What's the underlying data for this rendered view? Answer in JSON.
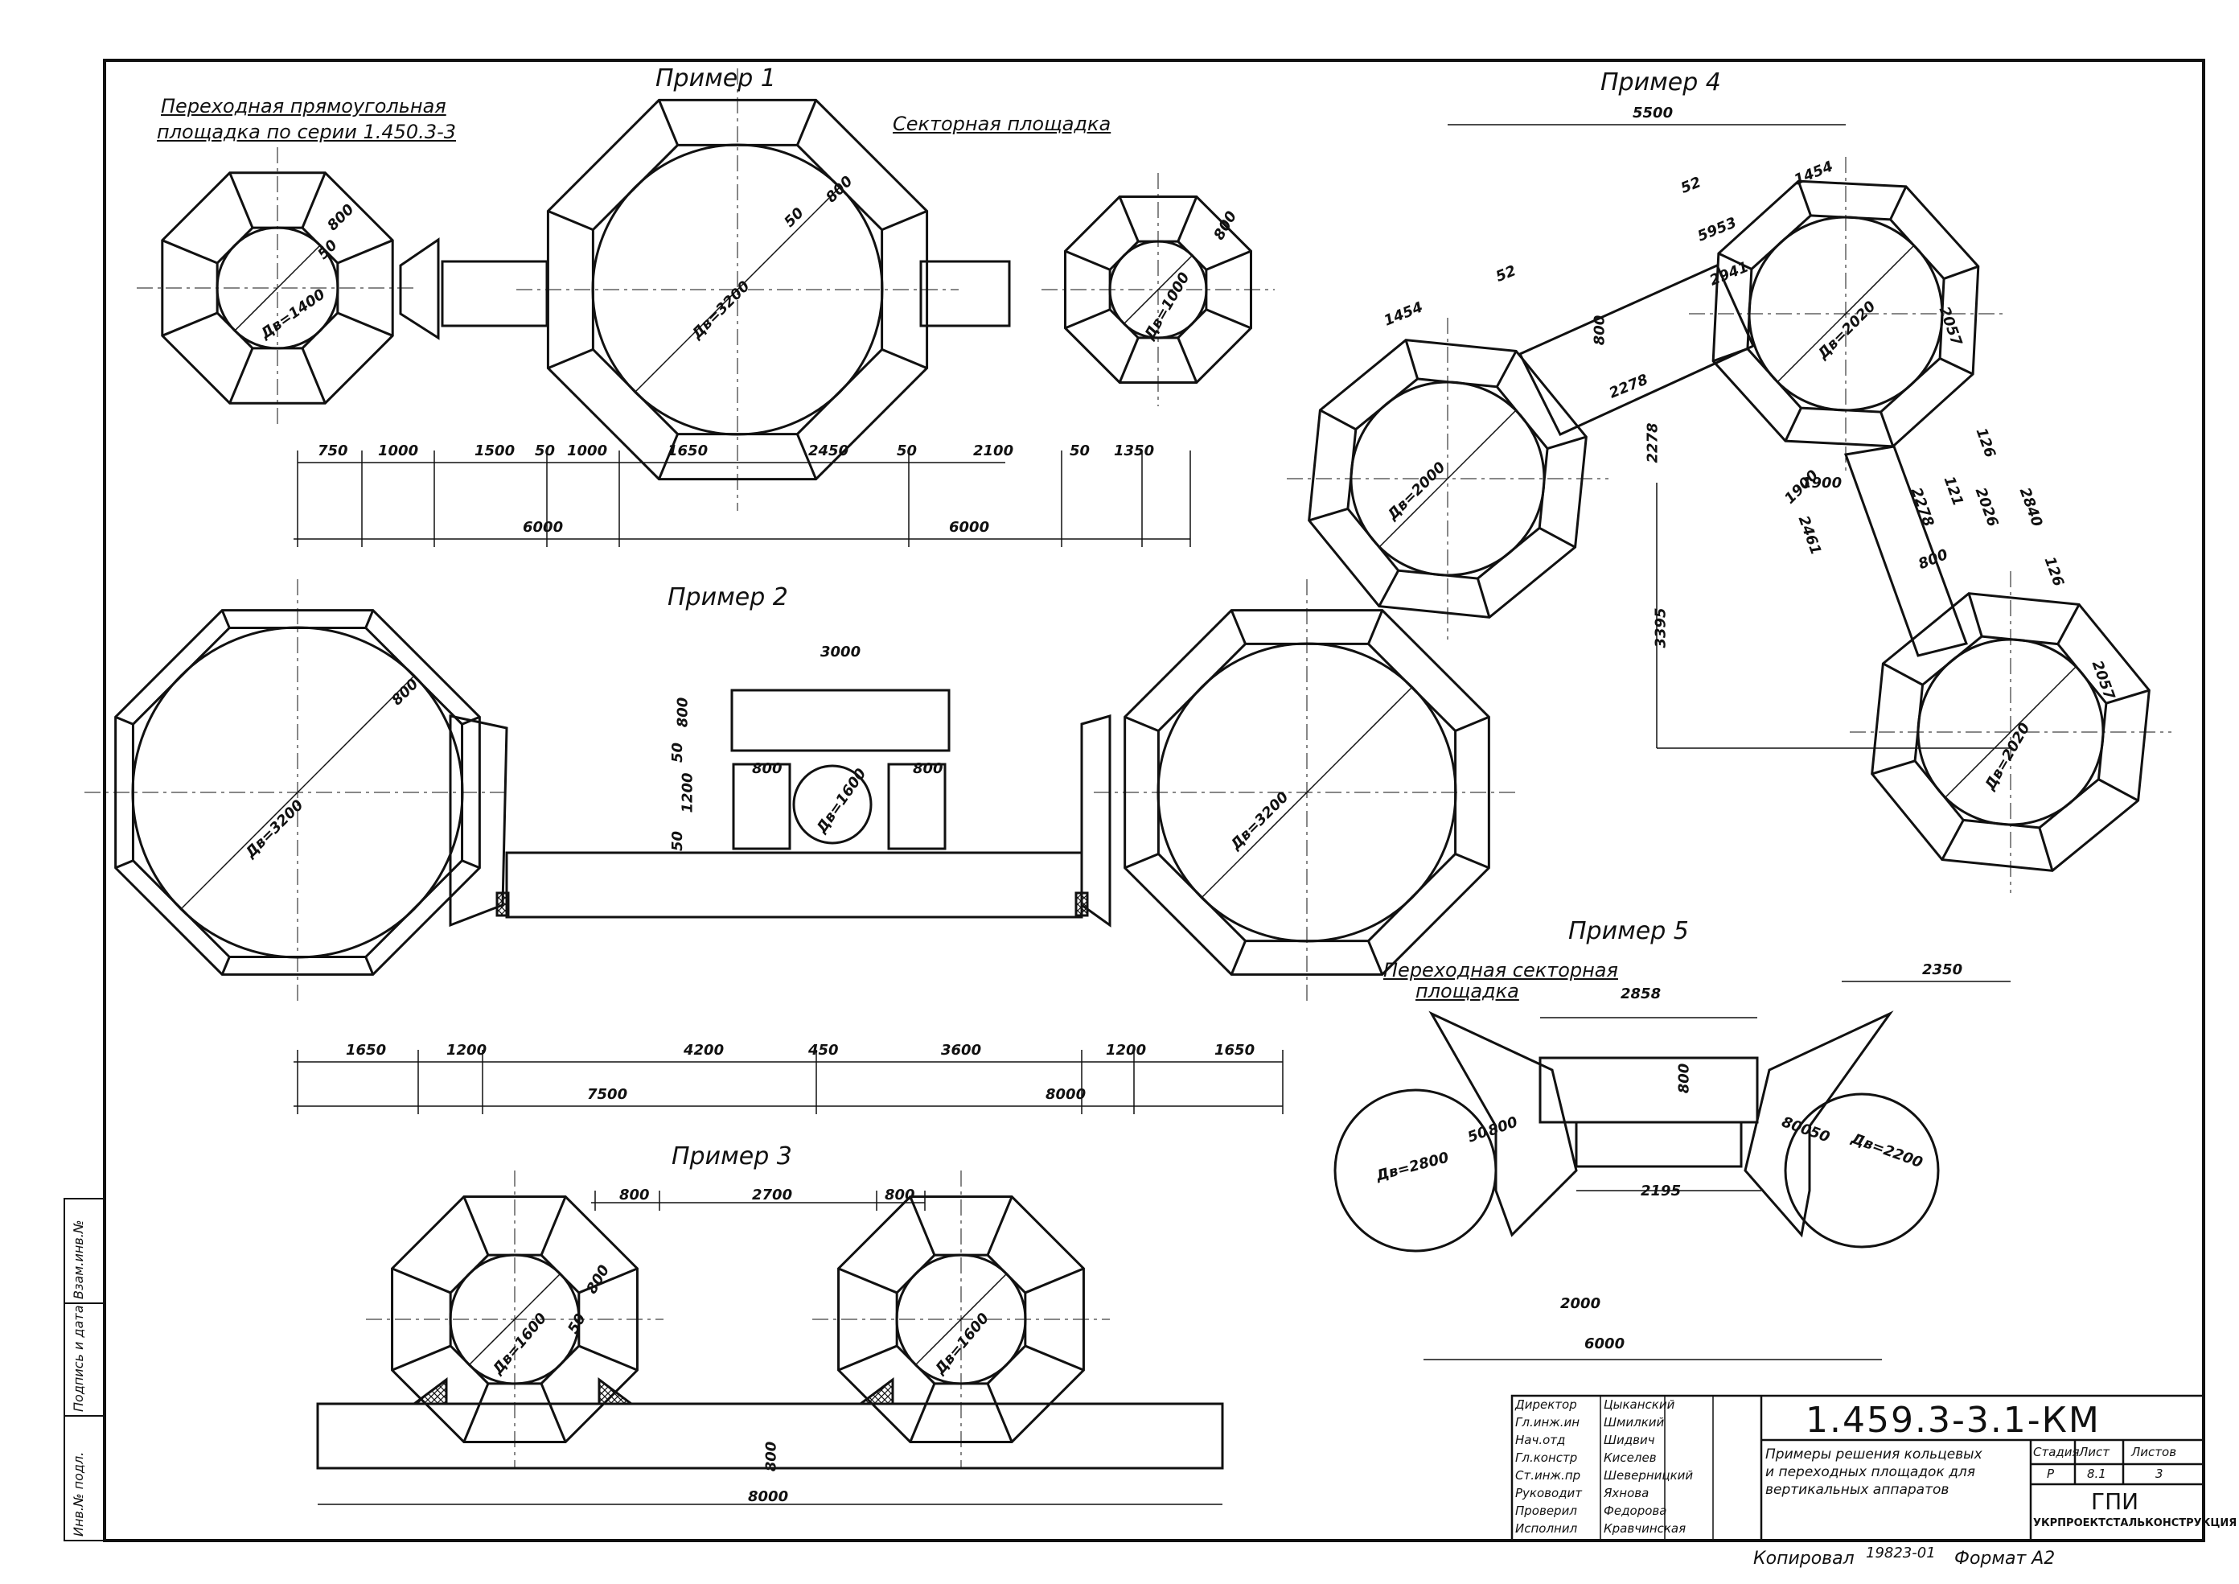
{
  "titles": {
    "ex1": "Пример 1",
    "ex2": "Пример 2",
    "ex3": "Пример 3",
    "ex4": "Пример 4",
    "ex5": "Пример 5"
  },
  "notes": {
    "transition_rect_1": "Переходная прямоугольная",
    "transition_rect_2": "площадка по серии 1.450.3-3",
    "sector_platform": "Секторная площадка",
    "transition_sector_1": "Переходная секторная",
    "transition_sector_2": "площадка"
  },
  "ex1": {
    "d1": "Дв=1400",
    "d2": "Дв=3200",
    "d3": "Дв=1000",
    "dims_row": [
      "750",
      "1000",
      "1500",
      "50",
      "1000",
      "1650",
      "2450",
      "50",
      "2100",
      "50",
      "1350"
    ],
    "dims_total": [
      "6000",
      "6000"
    ],
    "misc": [
      "800",
      "50",
      "800",
      "50",
      "800"
    ]
  },
  "ex2": {
    "d1": "Дв=3200",
    "d2": "Дв=1600",
    "d3": "Дв=3200",
    "dims_row": [
      "1650",
      "1200",
      "4200",
      "450",
      "3600",
      "1200",
      "1650"
    ],
    "dims_total": [
      "7500",
      "8000"
    ],
    "top": [
      "3000",
      "800",
      "50",
      "1200",
      "50",
      "800",
      "800",
      "800"
    ]
  },
  "ex3": {
    "d1": "Дв=1600",
    "d2": "Дв=1600",
    "dims_top": [
      "800",
      "2700",
      "800"
    ],
    "dims_bottom": "8000",
    "misc": [
      "800",
      "50",
      "800"
    ]
  },
  "ex4": {
    "d1": "Дв=2000",
    "d2": "Дв=2020",
    "d3": "Дв=2020",
    "dims": [
      "5500",
      "5953",
      "1454",
      "2941",
      "52",
      "1454",
      "52",
      "2278",
      "800",
      "2278",
      "1900",
      "2057",
      "2840",
      "2026",
      "2278",
      "800",
      "2461",
      "126",
      "121",
      "126",
      "1900",
      "3395",
      "2057",
      "2350"
    ]
  },
  "ex5": {
    "d1": "Дв=2800",
    "d2": "Дв=2200",
    "dims": [
      "2858",
      "800",
      "2195",
      "2000",
      "6000",
      "800",
      "50",
      "800",
      "50"
    ]
  },
  "titleblock": {
    "code": "1.459.3-3.1-КМ",
    "description": [
      "Примеры решения кольцевых",
      "и переходных площадок для",
      "вертикальных аппаратов"
    ],
    "roles": [
      "Директор",
      "Гл.инж.ин",
      "Нач.отд",
      "Гл.констр",
      "Ст.инж.пр",
      "Руководит",
      "Проверил",
      "Исполнил"
    ],
    "names": [
      "Цыканский",
      "Шмилкий",
      "Шидвич",
      "Киселев",
      "Шеверницкий",
      "Яхнова",
      "Федорова",
      "Кравчинская"
    ],
    "stage_header": [
      "Стадия",
      "Лист",
      "Листов"
    ],
    "stage_values": [
      "Р",
      "8.1",
      "3"
    ],
    "org_1": "ГПИ",
    "org_2": "УКРПРОЕКТСТАЛЬКОНСТРУКЦИЯ"
  },
  "footer": {
    "copied": "Копировал",
    "number": "19823-01",
    "format": "Формат А2"
  },
  "sidebar": [
    "Инв.№ подл.",
    "Подпись и дата",
    "Взам.инв.№"
  ]
}
